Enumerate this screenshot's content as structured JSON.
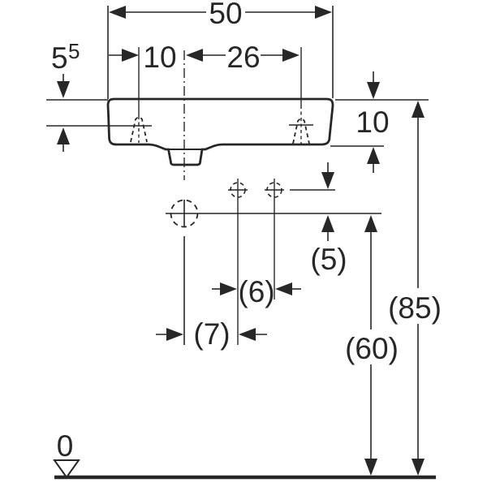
{
  "drawing_type": "washbasin-dimension-elevation",
  "colors": {
    "ink": "#272727",
    "background": "#ffffff"
  },
  "dimensions": {
    "overall_width": "50",
    "edge_to_fixing_hole": "10",
    "center_to_fixing_hole": "26",
    "rim_to_hole_main": "5",
    "rim_to_hole_sup": "5",
    "basin_apron_height": "10",
    "supply_above_trap": "(5)",
    "supply_hole_spacing": "(6)",
    "trap_to_supply_hole": "(7)",
    "trap_height": "(60)",
    "rim_height": "(85)",
    "datum_zero": "0"
  }
}
